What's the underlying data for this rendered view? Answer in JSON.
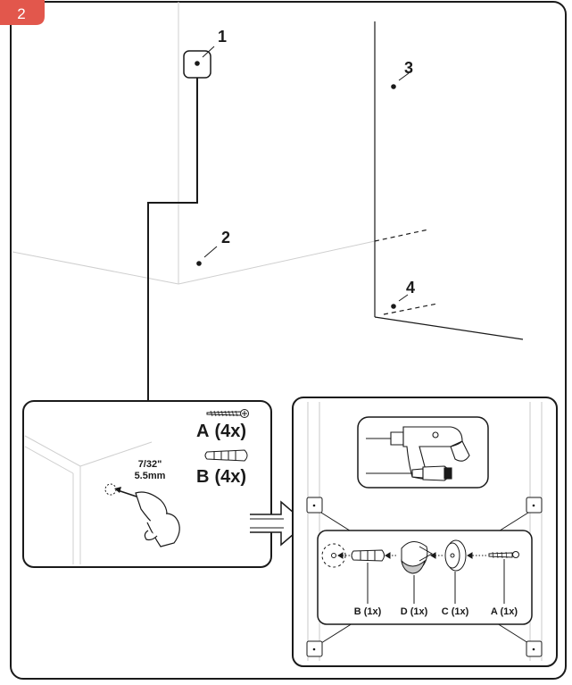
{
  "step": "2",
  "markers": [
    "1",
    "2",
    "3",
    "4"
  ],
  "drill": {
    "size_in": "7/32\"",
    "size_mm": "5.5mm"
  },
  "hardware": [
    {
      "letter": "A",
      "qty": "(4x)"
    },
    {
      "letter": "B",
      "qty": "(4x)"
    }
  ],
  "parts": [
    {
      "label": "B (1x)"
    },
    {
      "label": "D (1x)"
    },
    {
      "label": "C (1x)"
    },
    {
      "label": "A (1x)"
    }
  ],
  "colors": {
    "badge": "#e2574c",
    "ink": "#1a1a1a",
    "faint": "#c8c8c8"
  }
}
